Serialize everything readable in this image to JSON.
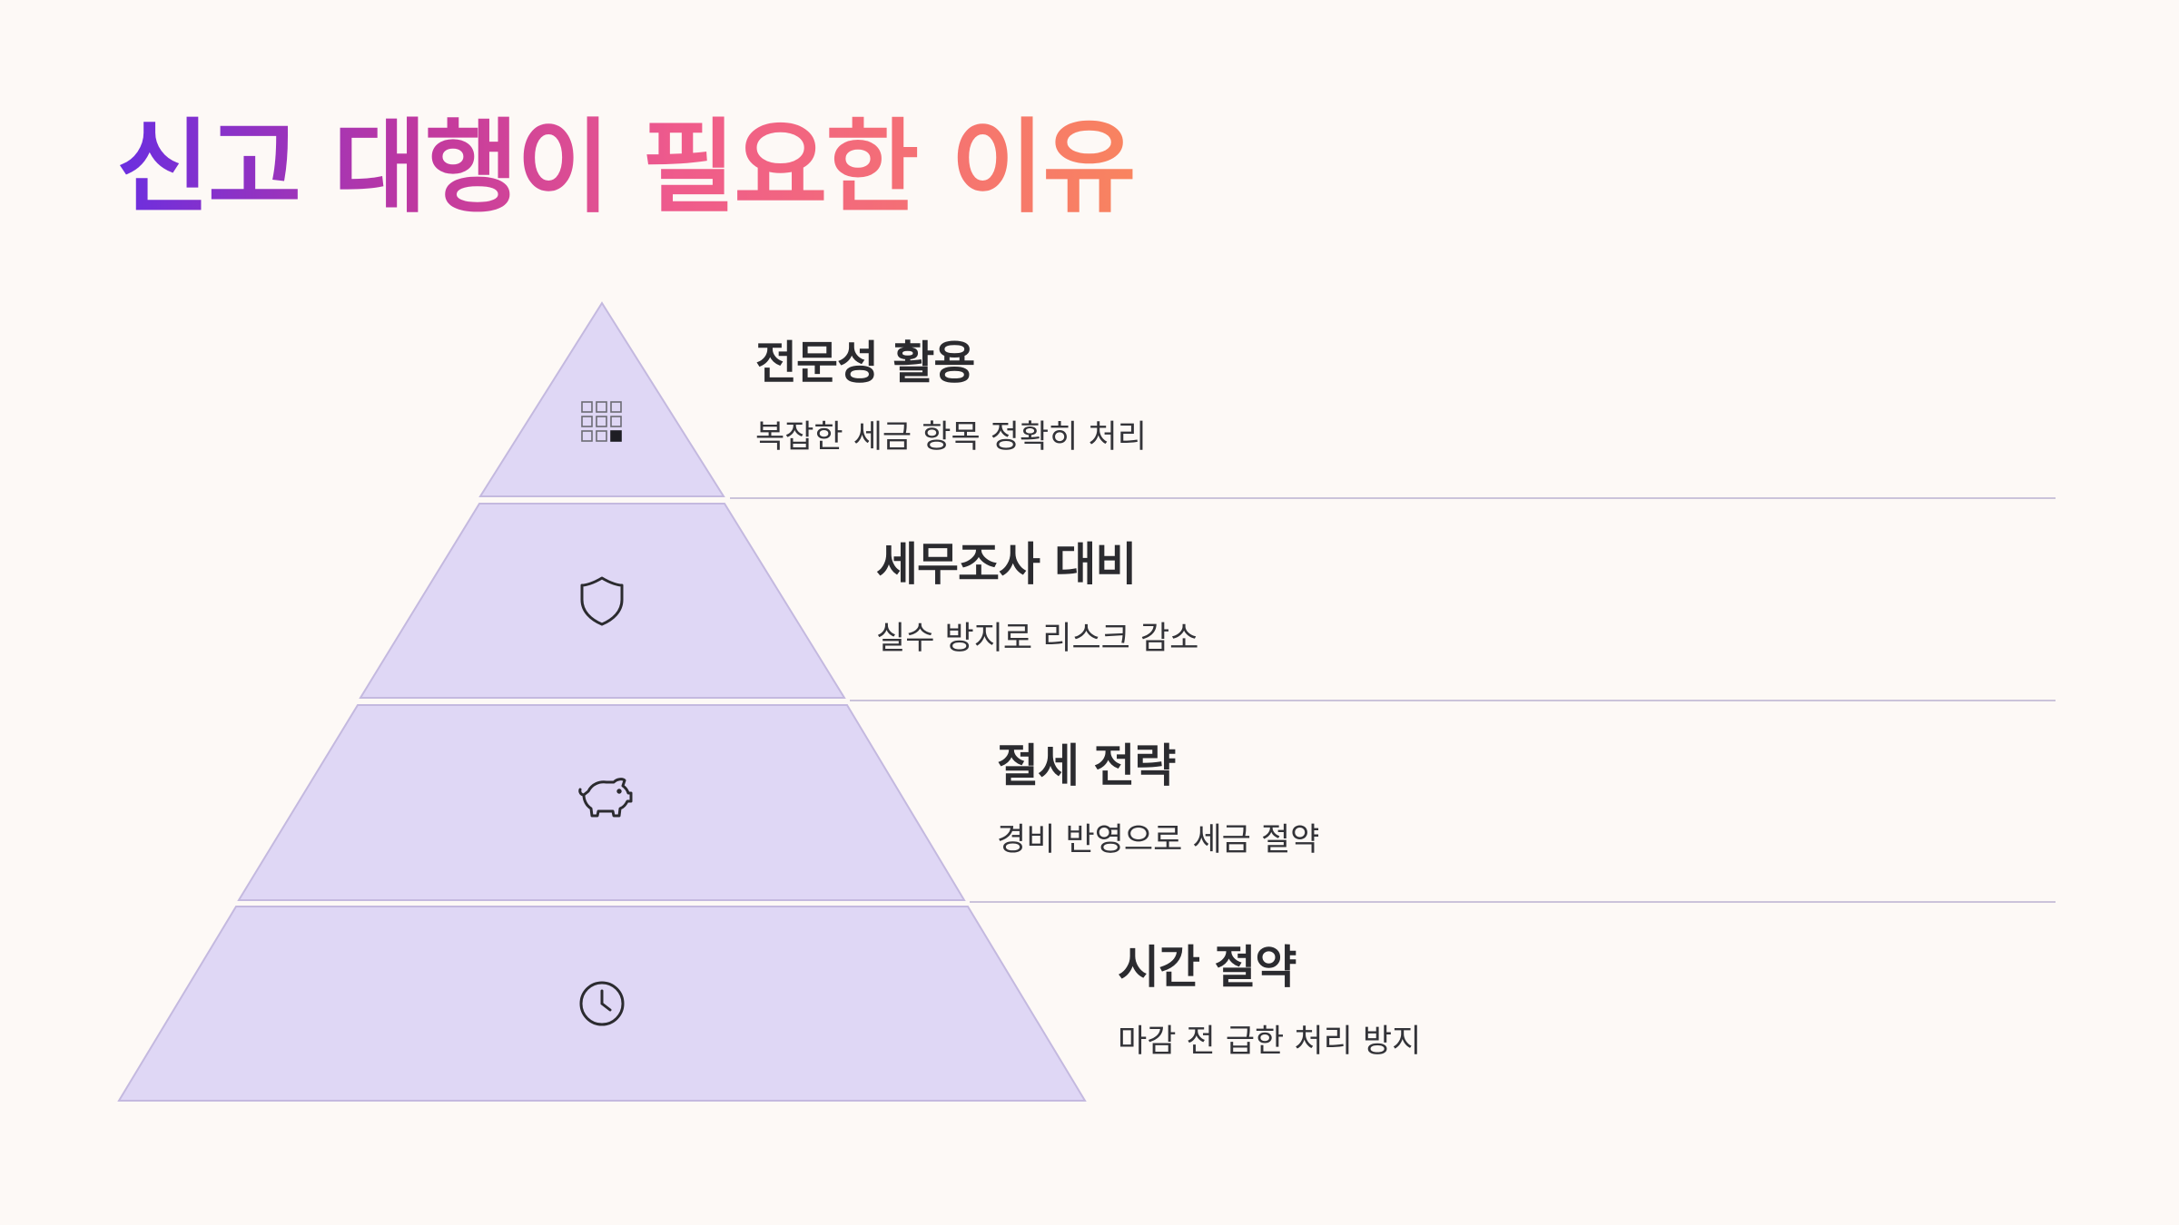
{
  "title": "신고 대행이 필요한 이유",
  "colors": {
    "background": "#fdf9f6",
    "pyramid_fill": "#dfd7f5",
    "pyramid_stroke": "#c4b9df",
    "divider": "#cbc3da",
    "title_gradient": [
      "#6a2ee0",
      "#c0389f",
      "#ef5b8c",
      "#f9845f"
    ]
  },
  "levels": [
    {
      "icon": "calculator-icon",
      "heading": "전문성 활용",
      "description": "복잡한 세금 항목 정확히 처리"
    },
    {
      "icon": "shield-icon",
      "heading": "세무조사 대비",
      "description": "실수 방지로 리스크 감소"
    },
    {
      "icon": "piggy-bank-icon",
      "heading": "절세 전략",
      "description": "경비 반영으로 세금 절약"
    },
    {
      "icon": "clock-icon",
      "heading": "시간 절약",
      "description": "마감 전 급한 처리 방지"
    }
  ]
}
